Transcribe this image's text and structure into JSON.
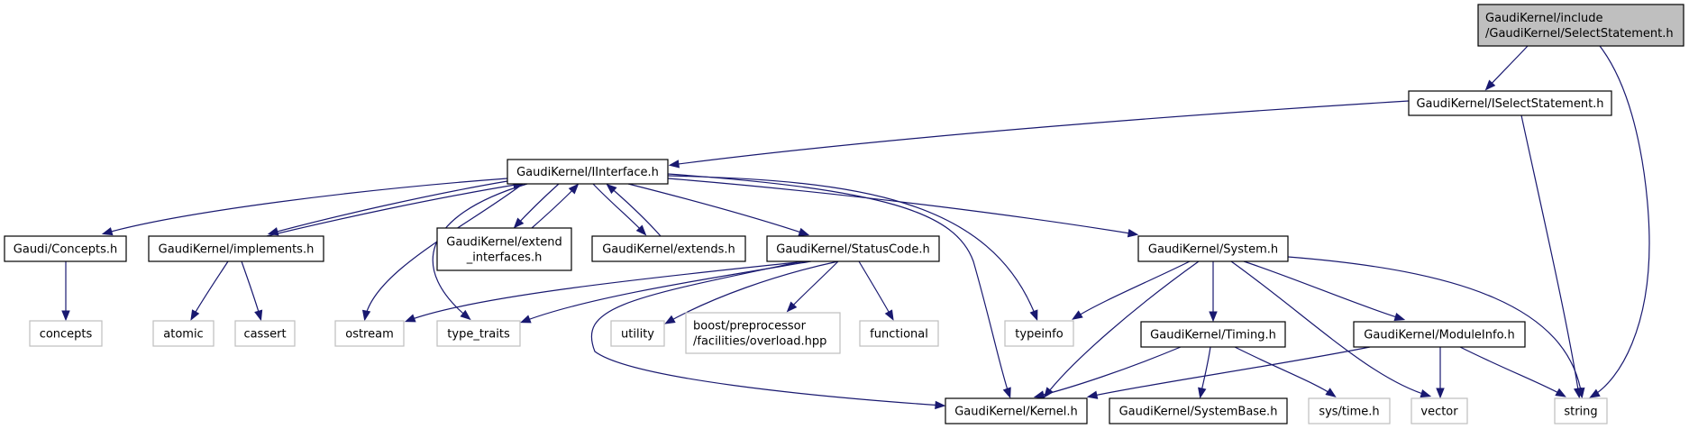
{
  "title": "Include dependency graph for GaudiKernel/include/GaudiKernel/SelectStatement.h",
  "colors": {
    "edge": "#191970",
    "root_fill": "#bfbfbf",
    "internal_border": "#000000",
    "external_border": "#bfbfbf"
  },
  "nodes": [
    {
      "id": "root",
      "kind": "root",
      "lines": [
        "GaudiKernel/include",
        "/GaudiKernel/SelectStatement.h"
      ]
    },
    {
      "id": "iselect",
      "kind": "internal",
      "lines": [
        "GaudiKernel/ISelectStatement.h"
      ]
    },
    {
      "id": "iinterface",
      "kind": "internal",
      "lines": [
        "GaudiKernel/IInterface.h"
      ]
    },
    {
      "id": "concepts_h",
      "kind": "internal",
      "lines": [
        "Gaudi/Concepts.h"
      ]
    },
    {
      "id": "implements",
      "kind": "internal",
      "lines": [
        "GaudiKernel/implements.h"
      ]
    },
    {
      "id": "extend_interfaces",
      "kind": "internal",
      "lines": [
        "GaudiKernel/extend",
        "_interfaces.h"
      ]
    },
    {
      "id": "extends",
      "kind": "internal",
      "lines": [
        "GaudiKernel/extends.h"
      ]
    },
    {
      "id": "statuscode",
      "kind": "internal",
      "lines": [
        "GaudiKernel/StatusCode.h"
      ]
    },
    {
      "id": "system",
      "kind": "internal",
      "lines": [
        "GaudiKernel/System.h"
      ]
    },
    {
      "id": "concepts",
      "kind": "external",
      "lines": [
        "concepts"
      ]
    },
    {
      "id": "atomic",
      "kind": "external",
      "lines": [
        "atomic"
      ]
    },
    {
      "id": "cassert",
      "kind": "external",
      "lines": [
        "cassert"
      ]
    },
    {
      "id": "ostream",
      "kind": "external",
      "lines": [
        "ostream"
      ]
    },
    {
      "id": "type_traits",
      "kind": "external",
      "lines": [
        "type_traits"
      ]
    },
    {
      "id": "utility",
      "kind": "external",
      "lines": [
        "utility"
      ]
    },
    {
      "id": "boost",
      "kind": "external",
      "lines": [
        "boost/preprocessor",
        "/facilities/overload.hpp"
      ]
    },
    {
      "id": "functional",
      "kind": "external",
      "lines": [
        "functional"
      ]
    },
    {
      "id": "typeinfo",
      "kind": "external",
      "lines": [
        "typeinfo"
      ]
    },
    {
      "id": "timing",
      "kind": "internal",
      "lines": [
        "GaudiKernel/Timing.h"
      ]
    },
    {
      "id": "moduleinfo",
      "kind": "internal",
      "lines": [
        "GaudiKernel/ModuleInfo.h"
      ]
    },
    {
      "id": "kernel",
      "kind": "internal",
      "lines": [
        "GaudiKernel/Kernel.h"
      ]
    },
    {
      "id": "systembase",
      "kind": "internal",
      "lines": [
        "GaudiKernel/SystemBase.h"
      ]
    },
    {
      "id": "systime",
      "kind": "external",
      "lines": [
        "sys/time.h"
      ]
    },
    {
      "id": "vector",
      "kind": "external",
      "lines": [
        "vector"
      ]
    },
    {
      "id": "string",
      "kind": "external",
      "lines": [
        "string"
      ]
    }
  ],
  "edges": [
    {
      "from": "root",
      "to": "iselect"
    },
    {
      "from": "root",
      "to": "string"
    },
    {
      "from": "iselect",
      "to": "iinterface"
    },
    {
      "from": "iselect",
      "to": "string"
    },
    {
      "from": "iinterface",
      "to": "concepts_h"
    },
    {
      "from": "iinterface",
      "to": "implements"
    },
    {
      "from": "iinterface",
      "to": "extend_interfaces"
    },
    {
      "from": "iinterface",
      "to": "extends"
    },
    {
      "from": "iinterface",
      "to": "statuscode"
    },
    {
      "from": "iinterface",
      "to": "system"
    },
    {
      "from": "iinterface",
      "to": "ostream"
    },
    {
      "from": "iinterface",
      "to": "type_traits"
    },
    {
      "from": "iinterface",
      "to": "typeinfo"
    },
    {
      "from": "iinterface",
      "to": "kernel"
    },
    {
      "from": "implements",
      "to": "iinterface"
    },
    {
      "from": "extend_interfaces",
      "to": "iinterface"
    },
    {
      "from": "extends",
      "to": "iinterface"
    },
    {
      "from": "concepts_h",
      "to": "concepts"
    },
    {
      "from": "implements",
      "to": "atomic"
    },
    {
      "from": "implements",
      "to": "cassert"
    },
    {
      "from": "statuscode",
      "to": "ostream"
    },
    {
      "from": "statuscode",
      "to": "type_traits"
    },
    {
      "from": "statuscode",
      "to": "utility"
    },
    {
      "from": "statuscode",
      "to": "boost"
    },
    {
      "from": "statuscode",
      "to": "functional"
    },
    {
      "from": "statuscode",
      "to": "kernel"
    },
    {
      "from": "system",
      "to": "typeinfo"
    },
    {
      "from": "system",
      "to": "kernel"
    },
    {
      "from": "system",
      "to": "timing"
    },
    {
      "from": "system",
      "to": "vector"
    },
    {
      "from": "system",
      "to": "moduleinfo"
    },
    {
      "from": "system",
      "to": "string"
    },
    {
      "from": "timing",
      "to": "kernel"
    },
    {
      "from": "timing",
      "to": "systembase"
    },
    {
      "from": "timing",
      "to": "systime"
    },
    {
      "from": "moduleinfo",
      "to": "kernel"
    },
    {
      "from": "moduleinfo",
      "to": "vector"
    },
    {
      "from": "moduleinfo",
      "to": "string"
    }
  ]
}
